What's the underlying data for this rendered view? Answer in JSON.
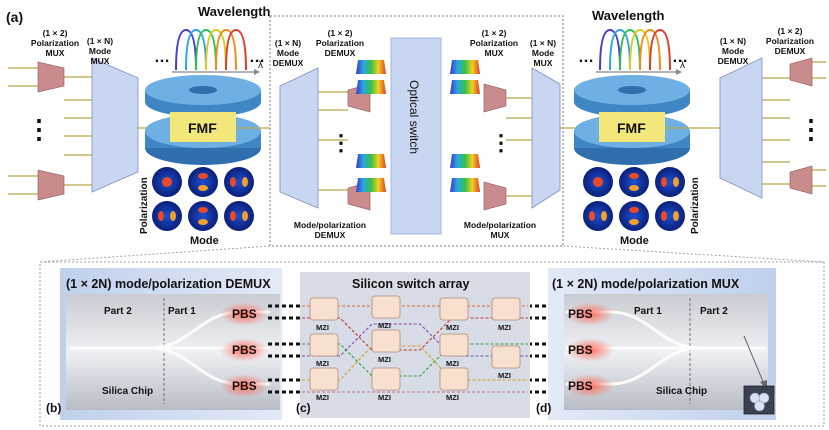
{
  "top": {
    "panel_a": "(a)",
    "left": {
      "pol_mux": [
        "(1 × 2)",
        "Polarization",
        "MUX"
      ],
      "mode_mux": [
        "(1 × N)",
        "Mode",
        "MUX"
      ],
      "wavelength": "Wavelength",
      "lambda": "λ",
      "ellipsis": "…",
      "vdots": "⋮",
      "fmf": "FMF",
      "polarization": "Polarization",
      "mode": "Mode"
    },
    "middle": {
      "mode_demux": [
        "(1 × N)",
        "Mode",
        "DEMUX"
      ],
      "pol_demux": [
        "(1 × 2)",
        "Polarization",
        "DEMUX"
      ],
      "caption_left": [
        "Mode/polarization",
        "DEMUX"
      ],
      "optical_switch": "Optical switch",
      "pol_mux": [
        "(1 × 2)",
        "Polarization",
        "MUX"
      ],
      "mode_mux": [
        "(1 × N)",
        "Mode",
        "MUX"
      ],
      "caption_right": [
        "Mode/polarization",
        "MUX"
      ]
    },
    "right": {
      "wavelength": "Wavelength",
      "lambda": "λ",
      "fmf": "FMF",
      "mode_demux": [
        "(1 × N)",
        "Mode",
        "DEMUX"
      ],
      "pol_demux": [
        "(1 × 2)",
        "Polarization",
        "DEMUX"
      ],
      "polarization": "Polarization",
      "mode": "Mode"
    }
  },
  "bottom": {
    "demux_title": "(1 × 2N) mode/polarization DEMUX",
    "switch_title": "Silicon switch array",
    "mux_title": "(1 × 2N) mode/polarization MUX",
    "part1": "Part 1",
    "part2": "Part 2",
    "pbs": "PBS",
    "silica_chip": "Silica Chip",
    "mzi": "MZI",
    "panel_b": "(b)",
    "panel_c": "(c)",
    "panel_d": "(d)"
  },
  "colors": {
    "fmf_yellow": "#f2e77a",
    "spool_blue": "#3f86c4",
    "switch_gray": "#d7dce6",
    "mzi_fill": "#f7e0cf",
    "pbs_glow": "#e0504a"
  }
}
